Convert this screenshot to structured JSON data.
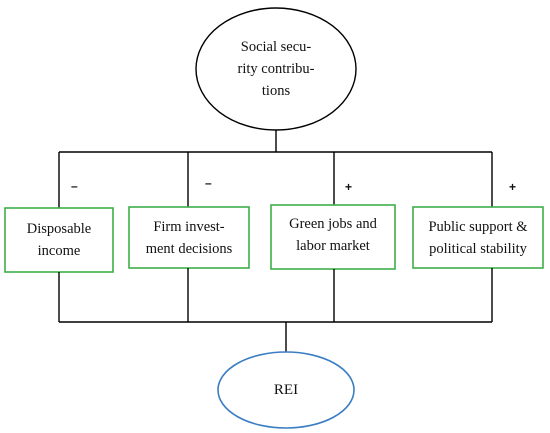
{
  "top_node": {
    "lines": [
      "Social secu-",
      "rity contribu-",
      "tions"
    ]
  },
  "bottom_node": {
    "label": "REI"
  },
  "boxes": [
    {
      "lines": [
        "Disposable",
        "income"
      ],
      "sign": "–"
    },
    {
      "lines": [
        "Firm invest-",
        "ment decisions"
      ],
      "sign": "–"
    },
    {
      "lines": [
        "Green jobs and",
        "labor market"
      ],
      "sign": "+"
    },
    {
      "lines": [
        "Public support &",
        "political stability"
      ],
      "sign": "+"
    }
  ],
  "colors": {
    "box_border": "#3fae49",
    "bottom_ellipse": "#3b7dc3",
    "lines": "#000000"
  }
}
